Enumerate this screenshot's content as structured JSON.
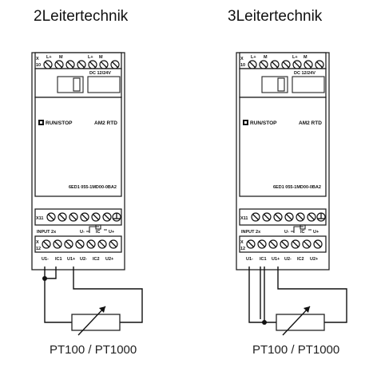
{
  "diagrams": [
    {
      "title": "2Leitertechnik",
      "caption": "PT100 / PT1000",
      "wiring": "2-wire"
    },
    {
      "title": "3Leitertechnik",
      "caption": "PT100 / PT1000",
      "wiring": "3-wire"
    }
  ],
  "module": {
    "top_terminal_id": "X10",
    "top_terminal_labels": [
      "L+",
      "M",
      "L+",
      "M"
    ],
    "supply_label": "DC 12/24V",
    "run_stop_label": "RUN/STOP",
    "model_label": "AM2 RTD",
    "order_number": "6ED1 055-1MD00-0BA2",
    "middle_terminal_id": "X11",
    "input_label": "INPUT 2x",
    "input_symbol_labels": [
      "U-",
      "IC",
      "U+"
    ],
    "bottom_terminal_id": "X12",
    "bottom_terminal_labels": [
      "U1-",
      "IC1",
      "U1+",
      "U2-",
      "IC2",
      "U2+"
    ]
  }
}
